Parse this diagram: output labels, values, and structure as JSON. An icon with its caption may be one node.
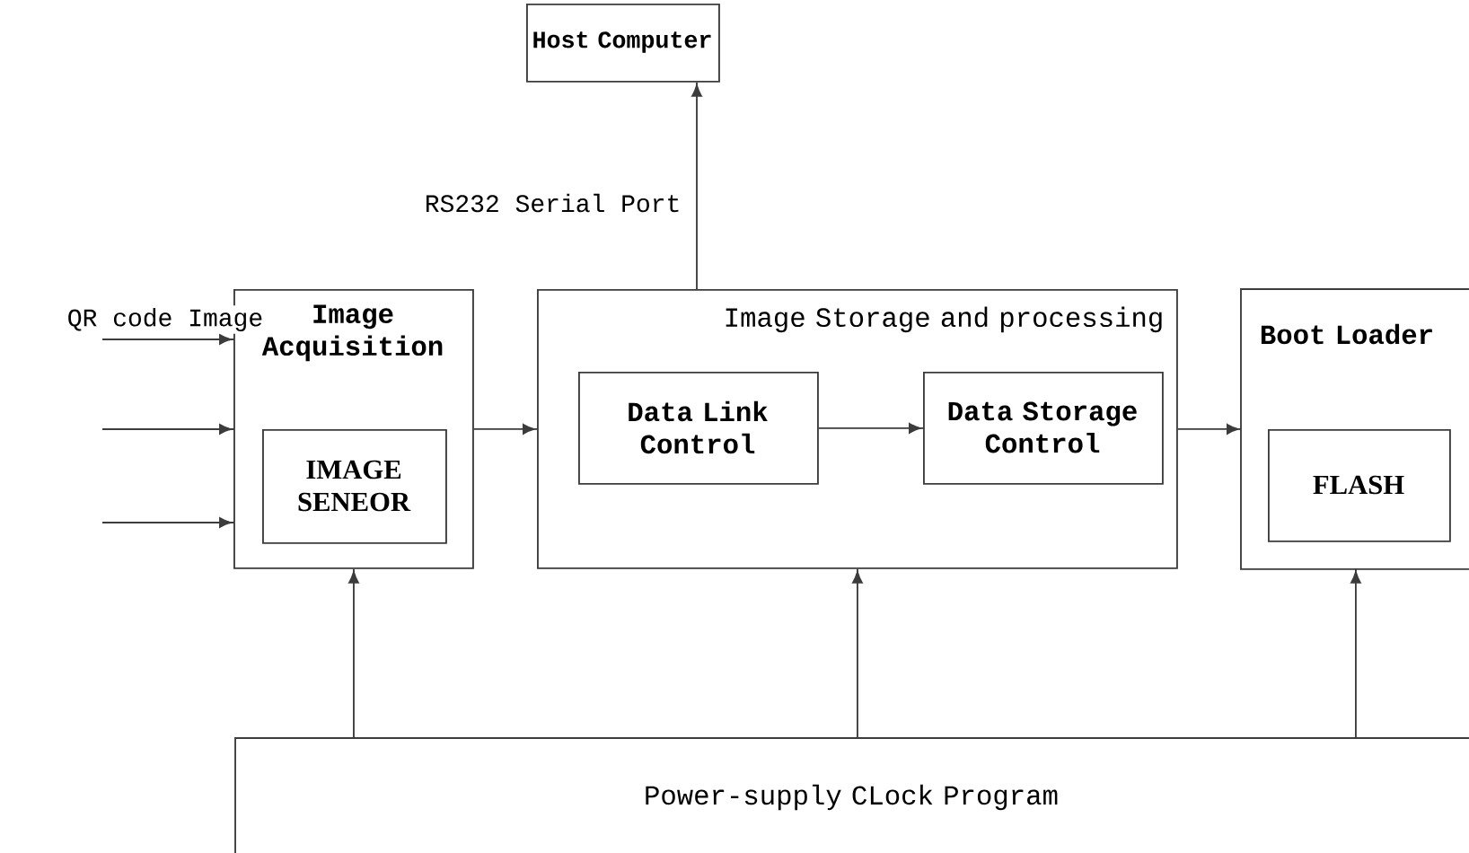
{
  "diagram": {
    "nodes": [
      {
        "text": [
          "Host Computer"
        ]
      },
      {
        "text": [
          "Image Acquisition"
        ]
      },
      {
        "text": [
          "IMAGE SENEOR"
        ],
        "in": 1
      },
      {
        "text": [
          "Image Storage and processing"
        ]
      },
      {
        "text": [
          "Data Link Control"
        ],
        "in": 3
      },
      {
        "text": [
          "Data Storage Control"
        ],
        "in": 3
      },
      {
        "text": [
          "Boot Loader"
        ]
      },
      {
        "text": [
          "FLASH"
        ],
        "in": 6
      },
      {
        "text": [
          "Power-supply CLock Program"
        ]
      }
    ],
    "edges": [
      {
        "from": null,
        "to": 1,
        "arrow": "to",
        "label": "QR code Image"
      },
      {
        "from": null,
        "to": 1,
        "arrow": "to"
      },
      {
        "from": null,
        "to": 1,
        "arrow": "to"
      },
      {
        "from": 1,
        "to": 3,
        "arrow": "to"
      },
      {
        "from": 4,
        "to": 5,
        "arrow": "to"
      },
      {
        "from": 3,
        "to": 6,
        "arrow": "to"
      },
      {
        "from": 3,
        "to": 0,
        "arrow": "to",
        "label": "RS232 Serial Port"
      },
      {
        "from": 8,
        "to": 1,
        "arrow": "to"
      },
      {
        "from": 8,
        "to": 3,
        "arrow": "to"
      },
      {
        "from": 8,
        "to": 6,
        "arrow": "to"
      }
    ]
  }
}
